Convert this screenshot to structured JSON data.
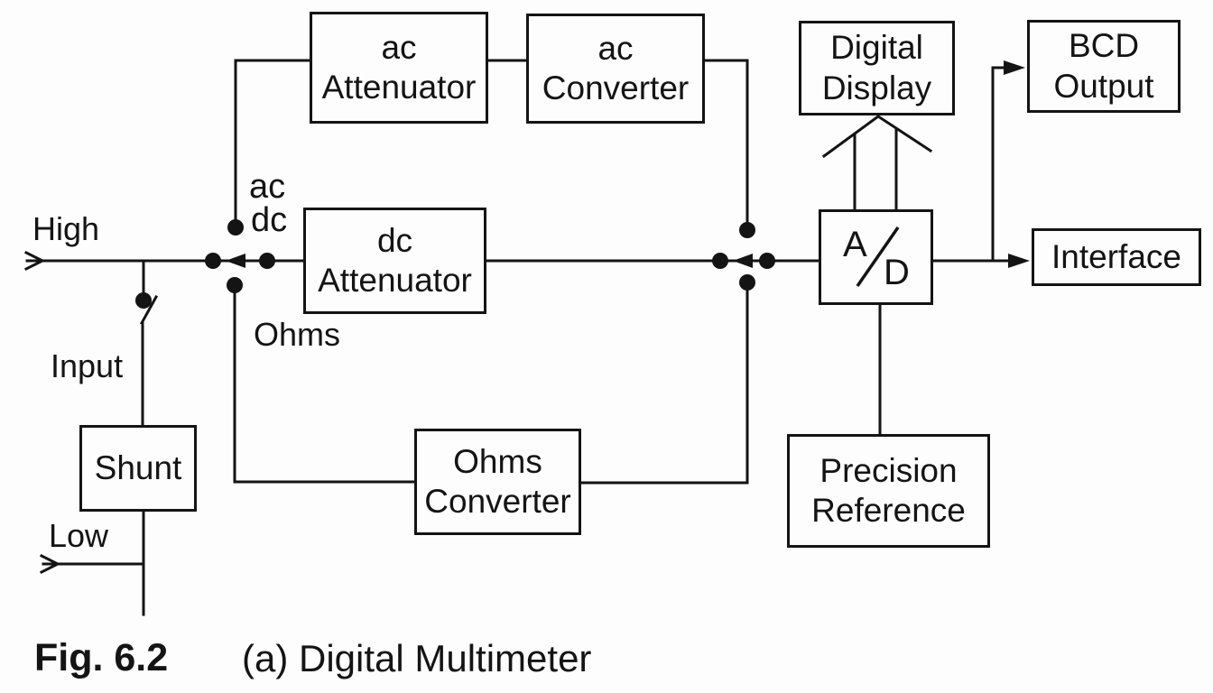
{
  "colors": {
    "ink": "#141414",
    "paper": "#fdfdfd"
  },
  "figure": {
    "label": "Fig. 6.2",
    "title": "(a) Digital Multimeter"
  },
  "terminals": {
    "high": "High",
    "low": "Low",
    "input": "Input"
  },
  "selector": {
    "ac": "ac",
    "dc": "dc",
    "ohms": "Ohms"
  },
  "blocks": {
    "ac_attenuator": {
      "line1": "ac",
      "line2": "Attenuator"
    },
    "ac_converter": {
      "line1": "ac",
      "line2": "Converter"
    },
    "dc_attenuator": {
      "line1": "dc",
      "line2": "Attenuator"
    },
    "ohms_converter": {
      "line1": "Ohms",
      "line2": "Converter"
    },
    "digital_display": {
      "line1": "Digital",
      "line2": "Display"
    },
    "bcd_output": {
      "line1": "BCD",
      "line2": "Output"
    },
    "precision_reference": {
      "line1": "Precision",
      "line2": "Reference"
    },
    "interface": {
      "line1": "Interface"
    },
    "shunt": {
      "line1": "Shunt"
    },
    "ad_converter": {
      "analog": "A",
      "digital": "D"
    }
  }
}
